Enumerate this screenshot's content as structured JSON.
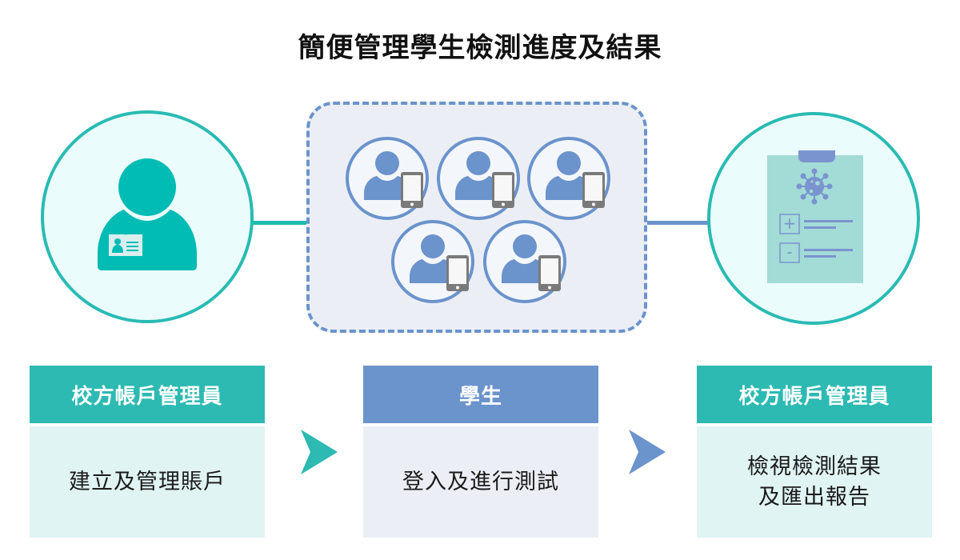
{
  "title": "簡便管理學生檢測進度及結果",
  "colors": {
    "teal": "#2dbab2",
    "teal_light": "#e0f4f3",
    "blue": "#6b93cc",
    "blue_light": "#ebeff5",
    "clipboard": "#a3dbd6",
    "clipboard_accent": "#7a94cf",
    "phone": "#7a7a7a"
  },
  "icons": {
    "admin": "admin-with-id-badge-icon",
    "students": "student-with-phone-icon",
    "report": "clipboard-virus-test-result-icon",
    "arrow": "arrow-right-icon"
  },
  "student_count": 5,
  "steps": [
    {
      "role": "校方帳戶管理員",
      "lines": [
        "建立及管理賬戶"
      ]
    },
    {
      "role": "學生",
      "lines": [
        "登入及進行測試"
      ]
    },
    {
      "role": "校方帳戶管理員",
      "lines": [
        "檢視檢測結果",
        "及匯出報告"
      ]
    }
  ],
  "report_signs": [
    "+",
    "-"
  ]
}
